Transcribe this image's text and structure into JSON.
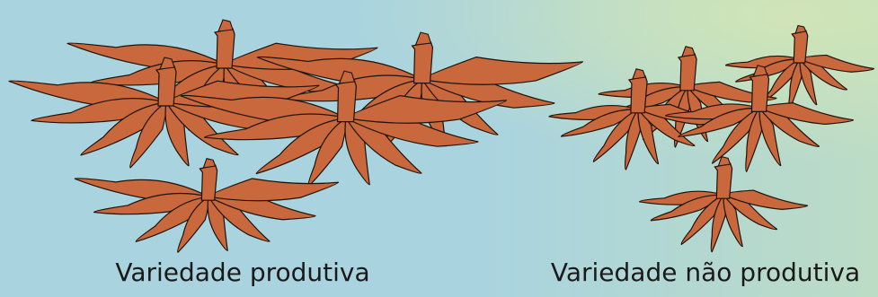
{
  "captions": {
    "left": "Variedade produtiva",
    "right": "Variedade não produtiva"
  },
  "groups": [
    {
      "name": "produtiva",
      "plant_count": 5
    },
    {
      "name": "nao-produtiva",
      "plant_count": 5
    }
  ],
  "colors": {
    "background_left": "#a9d3df",
    "background_right": "#b9dcc9",
    "background_highlight": "#cde4b9",
    "root_fill": "#c8683c",
    "root_stroke": "#1f1208",
    "text": "#1a1a1a"
  }
}
